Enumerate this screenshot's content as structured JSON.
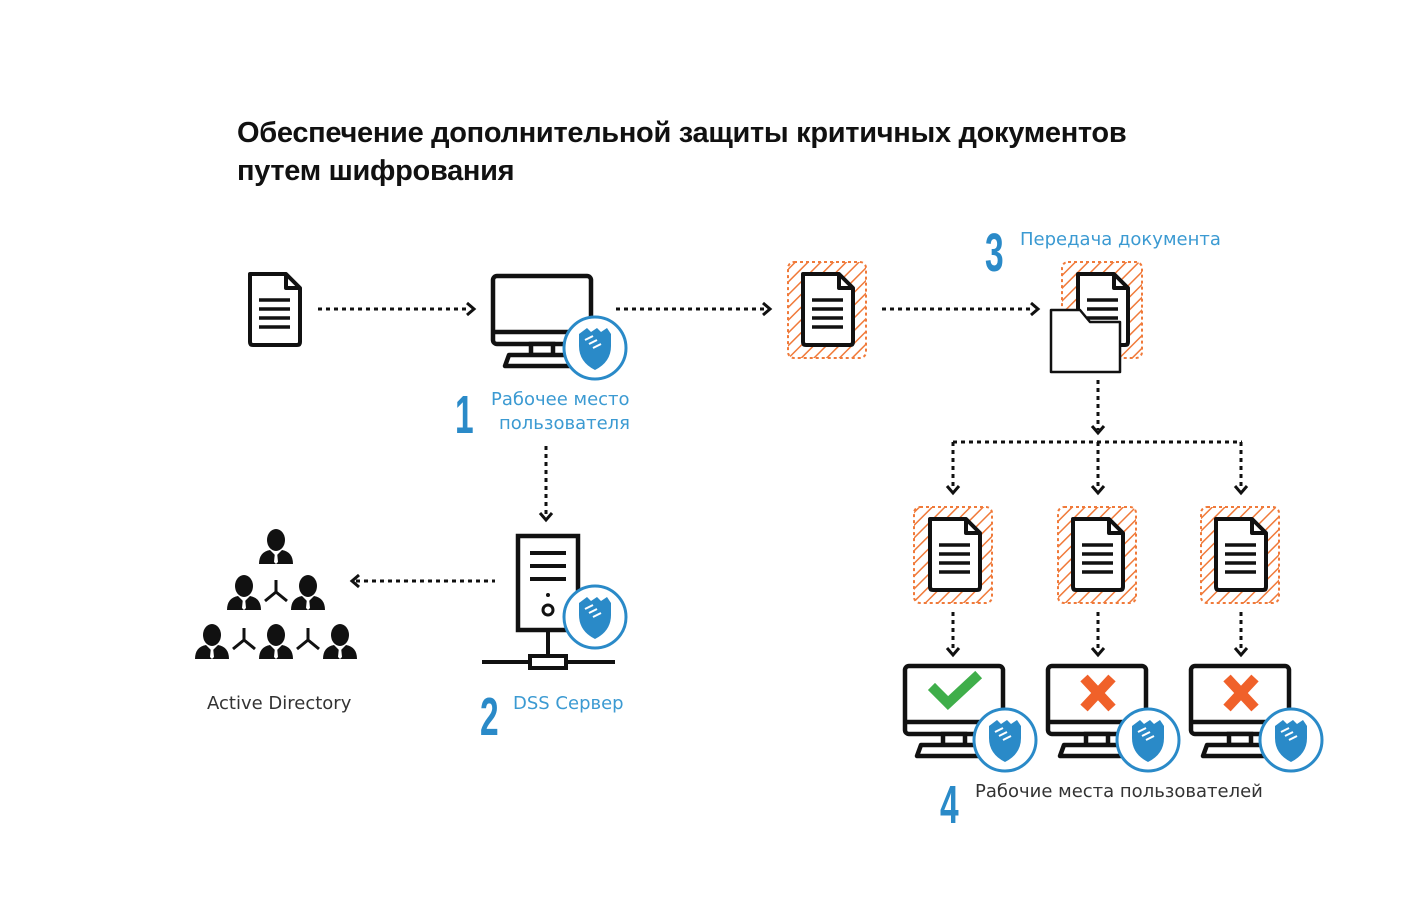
{
  "title": {
    "line1": "Обеспечение дополнительной защиты критичных документов",
    "line2": "путем шифрования"
  },
  "steps": [
    {
      "number": "1",
      "label_line1": "Рабочее место",
      "label_line2": "пользователя"
    },
    {
      "number": "2",
      "label": "DSS Сервер"
    },
    {
      "number": "3",
      "label": "Передача документа"
    },
    {
      "number": "4",
      "label": "Рабочие места пользователей"
    }
  ],
  "active_directory": {
    "label": "Active Directory"
  },
  "recipients": [
    {
      "status": "allowed",
      "icon": "check-icon"
    },
    {
      "status": "denied",
      "icon": "cross-icon"
    },
    {
      "status": "denied",
      "icon": "cross-icon"
    }
  ],
  "colors": {
    "accent_blue": "#2a8ac8",
    "label_blue": "#3b9ad2",
    "encrypt_orange": "#f07a3a",
    "allow_green": "#3fae4a",
    "deny_orange": "#f0612a",
    "stroke": "#111111"
  }
}
